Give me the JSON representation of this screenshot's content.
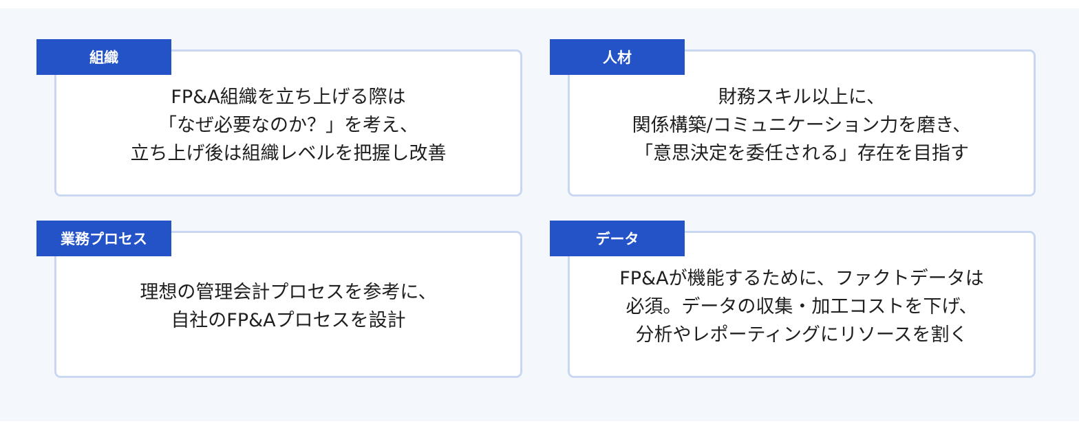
{
  "panels": [
    {
      "label": "組織",
      "lines": [
        "FP&A組織を立ち上げる際は",
        "「なぜ必要なのか？」を考え、",
        "立ち上げ後は組織レベルを把握し改善"
      ]
    },
    {
      "label": "人材",
      "lines": [
        "財務スキル以上に、",
        "関係構築/コミュニケーション力を磨き、",
        "「意思決定を委任される」存在を目指す"
      ]
    },
    {
      "label": "業務プロセス",
      "lines": [
        "理想の管理会計プロセスを参考に、",
        "自社のFP&Aプロセスを設計"
      ]
    },
    {
      "label": "データ",
      "lines": [
        "FP&Aが機能するために、ファクトデータは",
        "必須。データの収集・加工コストを下げ、",
        "分析やレポーティングにリソースを割く"
      ]
    }
  ],
  "colors": {
    "tag_background": "#2453c8",
    "card_border": "#c9d7f3",
    "canvas_background": "#f4f7fb"
  }
}
